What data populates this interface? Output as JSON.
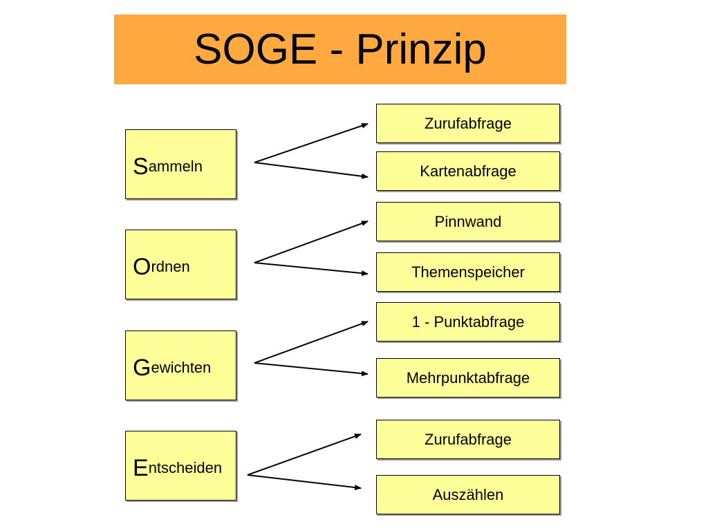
{
  "title": "SOGE - Prinzip",
  "colors": {
    "title_background": "#ffa940",
    "box_fill": "#ffff99",
    "box_border": "#000000",
    "arrow": "#000000"
  },
  "steps": [
    {
      "initial": "S",
      "rest": "ammeln",
      "methods": [
        "Zurufabfrage",
        "Kartenabfrage"
      ]
    },
    {
      "initial": "O",
      "rest": "rdnen",
      "methods": [
        "Pinnwand",
        "Themenspeicher"
      ]
    },
    {
      "initial": "G",
      "rest": "ewichten",
      "methods": [
        "1 - Punktabfrage",
        "Mehrpunktabfrage"
      ]
    },
    {
      "initial": "E",
      "rest": "ntscheiden",
      "methods": [
        "Zurufabfrage",
        "Auszählen"
      ]
    }
  ]
}
